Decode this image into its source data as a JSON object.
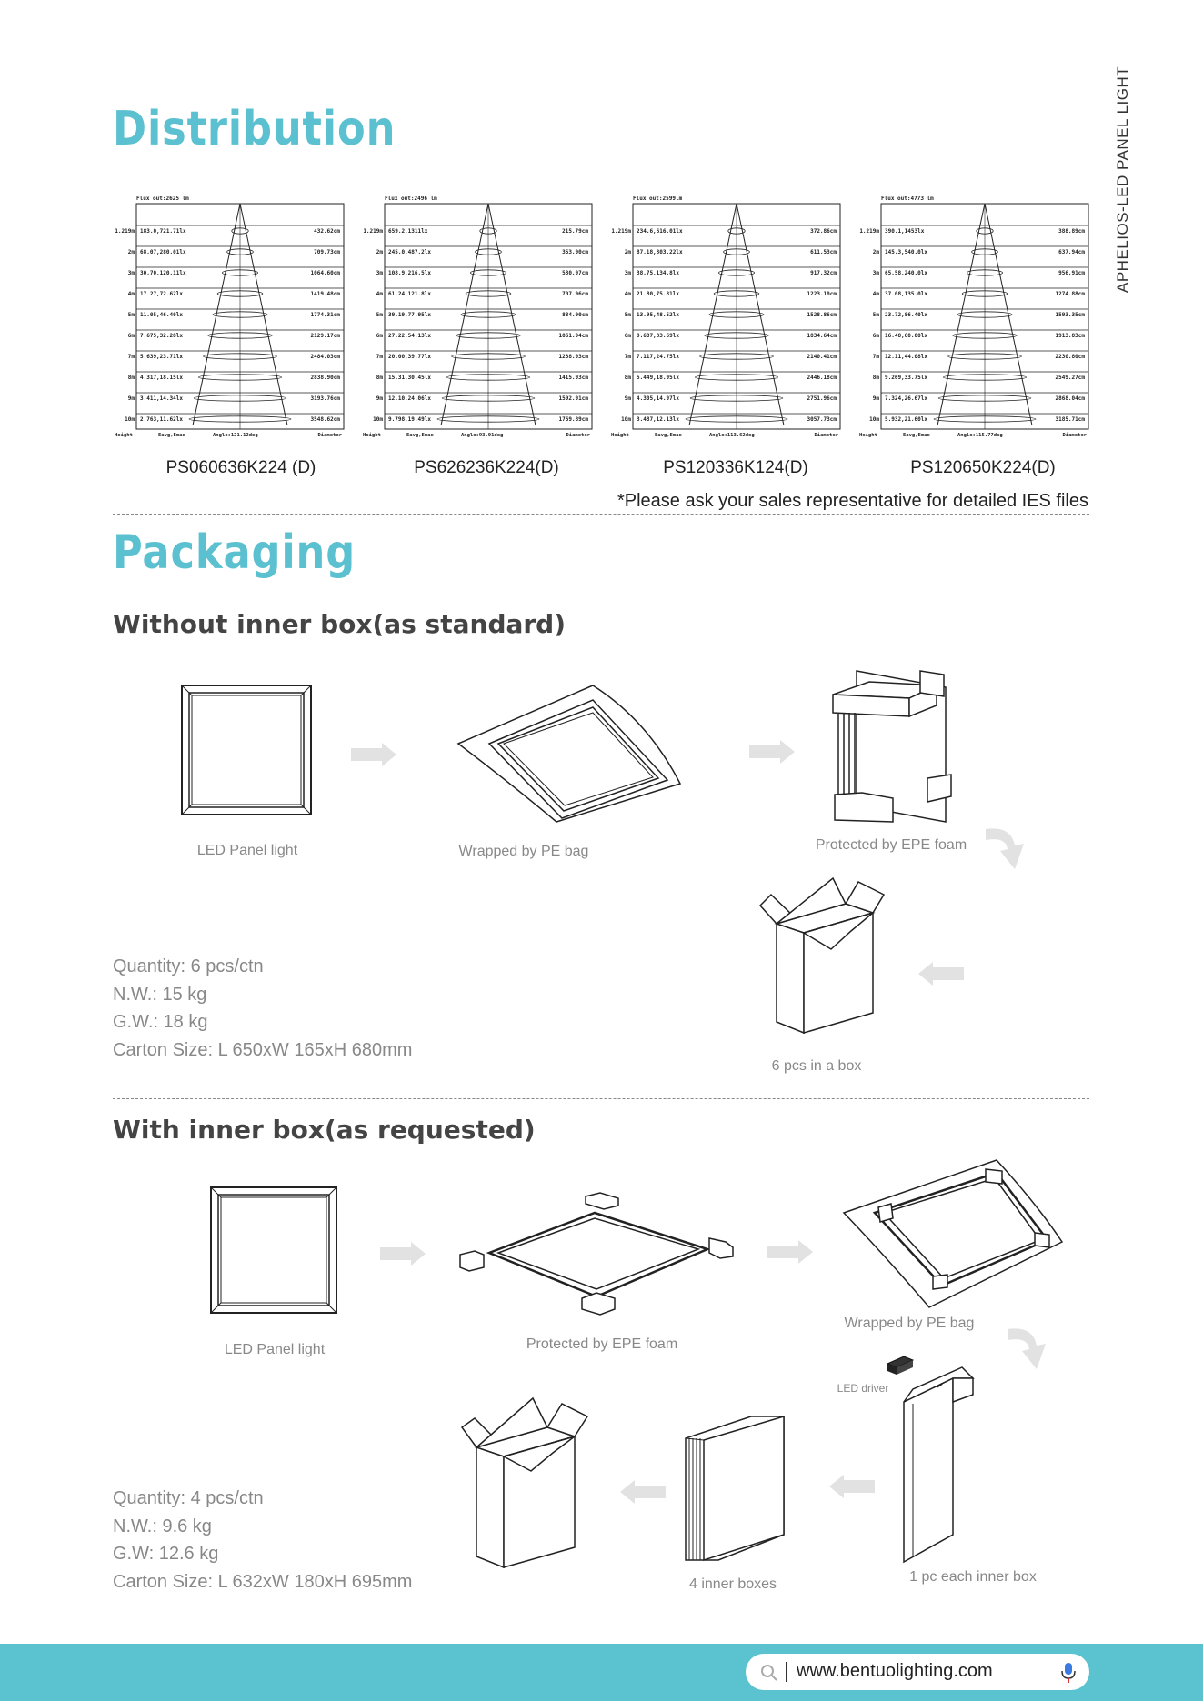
{
  "sidebar_label": "APHELIOS-LED PANEL LIGHT",
  "distribution": {
    "heading": "Distribution",
    "charts": [
      {
        "model": "PS060636K224 (D)",
        "flux": "Flux out:2625 lm",
        "angle": "Angle:121.12deg",
        "rows": [
          {
            "h": "1.219m",
            "lux": "183.0,721.71lx",
            "dia": "432.62cm"
          },
          {
            "h": "2m",
            "lux": "68.07,280.01lx",
            "dia": "709.73cm"
          },
          {
            "h": "3m",
            "lux": "30.70,120.11lx",
            "dia": "1064.60cm"
          },
          {
            "h": "4m",
            "lux": "17.27,72.62lx",
            "dia": "1419.48cm"
          },
          {
            "h": "5m",
            "lux": "11.05,46.40lx",
            "dia": "1774.31cm"
          },
          {
            "h": "6m",
            "lux": "7.675,32.28lx",
            "dia": "2129.17cm"
          },
          {
            "h": "7m",
            "lux": "5.639,23.71lx",
            "dia": "2484.03cm"
          },
          {
            "h": "8m",
            "lux": "4.317,18.15lx",
            "dia": "2838.90cm"
          },
          {
            "h": "9m",
            "lux": "3.411,14.34lx",
            "dia": "3193.76cm"
          },
          {
            "h": "10m",
            "lux": "2.763,11.62lx",
            "dia": "3548.62cm"
          }
        ]
      },
      {
        "model": "PS626236K224(D)",
        "flux": "Flux out:2496 lm",
        "angle": "Angle:93.01deg",
        "rows": [
          {
            "h": "1.219m",
            "lux": "659.2,1311lx",
            "dia": "215.79cm"
          },
          {
            "h": "2m",
            "lux": "245.0,487.2lx",
            "dia": "353.90cm"
          },
          {
            "h": "3m",
            "lux": "108.9,216.5lx",
            "dia": "530.97cm"
          },
          {
            "h": "4m",
            "lux": "61.24,121.8lx",
            "dia": "707.96cm"
          },
          {
            "h": "5m",
            "lux": "39.19,77.95lx",
            "dia": "884.90cm"
          },
          {
            "h": "6m",
            "lux": "27.22,54.13lx",
            "dia": "1061.94cm"
          },
          {
            "h": "7m",
            "lux": "20.00,39.77lx",
            "dia": "1238.93cm"
          },
          {
            "h": "8m",
            "lux": "15.31,30.45lx",
            "dia": "1415.93cm"
          },
          {
            "h": "9m",
            "lux": "12.10,24.06lx",
            "dia": "1592.91cm"
          },
          {
            "h": "10m",
            "lux": "9.798,19.49lx",
            "dia": "1769.89cm"
          }
        ]
      },
      {
        "model": "PS120336K124(D)",
        "flux": "Flux out:2599lm",
        "angle": "Angle:113.62deg",
        "rows": [
          {
            "h": "1.219m",
            "lux": "234.6,616.01lx",
            "dia": "372.86cm"
          },
          {
            "h": "2m",
            "lux": "87.18,303.22lx",
            "dia": "611.53cm"
          },
          {
            "h": "3m",
            "lux": "38.75,134.8lx",
            "dia": "917.32cm"
          },
          {
            "h": "4m",
            "lux": "21.80,75.81lx",
            "dia": "1223.10cm"
          },
          {
            "h": "5m",
            "lux": "13.95,48.52lx",
            "dia": "1528.86cm"
          },
          {
            "h": "6m",
            "lux": "9.687,33.69lx",
            "dia": "1834.64cm"
          },
          {
            "h": "7m",
            "lux": "7.117,24.75lx",
            "dia": "2140.41cm"
          },
          {
            "h": "8m",
            "lux": "5.449,18.95lx",
            "dia": "2446.18cm"
          },
          {
            "h": "9m",
            "lux": "4.305,14.97lx",
            "dia": "2751.96cm"
          },
          {
            "h": "10m",
            "lux": "3.487,12.13lx",
            "dia": "3057.73cm"
          }
        ]
      },
      {
        "model": "PS120650K224(D)",
        "flux": "Flux out:4773 lm",
        "angle": "Angle:115.77deg",
        "rows": [
          {
            "h": "1.219m",
            "lux": "390.1,1453lx",
            "dia": "388.89cm"
          },
          {
            "h": "2m",
            "lux": "145.3,540.0lx",
            "dia": "637.94cm"
          },
          {
            "h": "3m",
            "lux": "65.58,240.0lx",
            "dia": "956.91cm"
          },
          {
            "h": "4m",
            "lux": "37.08,135.0lx",
            "dia": "1274.88cm"
          },
          {
            "h": "5m",
            "lux": "23.72,86.40lx",
            "dia": "1593.35cm"
          },
          {
            "h": "6m",
            "lux": "16.48,60.00lx",
            "dia": "1913.83cm"
          },
          {
            "h": "7m",
            "lux": "12.11,44.08lx",
            "dia": "2230.80cm"
          },
          {
            "h": "8m",
            "lux": "9.269,33.75lx",
            "dia": "2549.27cm"
          },
          {
            "h": "9m",
            "lux": "7.324,26.67lx",
            "dia": "2868.04cm"
          },
          {
            "h": "10m",
            "lux": "5.932,21.60lx",
            "dia": "3185.71cm"
          }
        ]
      }
    ],
    "foot_labels": {
      "height": "Height",
      "eavg": "Eavg,Emax",
      "diameter": "Diameter"
    },
    "note": "*Please ask your sales representative for detailed IES files"
  },
  "packaging": {
    "heading": "Packaging",
    "standard": {
      "title": "Without inner box(as standard)",
      "captions": [
        "LED Panel light",
        "Wrapped by PE bag",
        "Protected by EPE foam",
        "6 pcs in a box"
      ],
      "specs": [
        "Quantity: 6 pcs/ctn",
        "N.W.: 15 kg",
        "G.W.: 18 kg",
        "Carton Size: L 650xW 165xH 680mm"
      ]
    },
    "requested": {
      "title": "With inner box(as requested)",
      "captions": [
        "LED Panel light",
        "Protected by EPE foam",
        "Wrapped by PE bag",
        "LED driver",
        "1 pc each inner box",
        "4 inner boxes"
      ],
      "specs": [
        "Quantity: 4 pcs/ctn",
        "N.W.: 9.6 kg",
        "G.W: 12.6 kg",
        "Carton Size: L 632xW 180xH 695mm"
      ]
    }
  },
  "footer": {
    "url": "www.bentuolighting.com",
    "search_icon": "search-icon",
    "mic_icon": "microphone-icon",
    "accent": "#5bc3d0"
  }
}
